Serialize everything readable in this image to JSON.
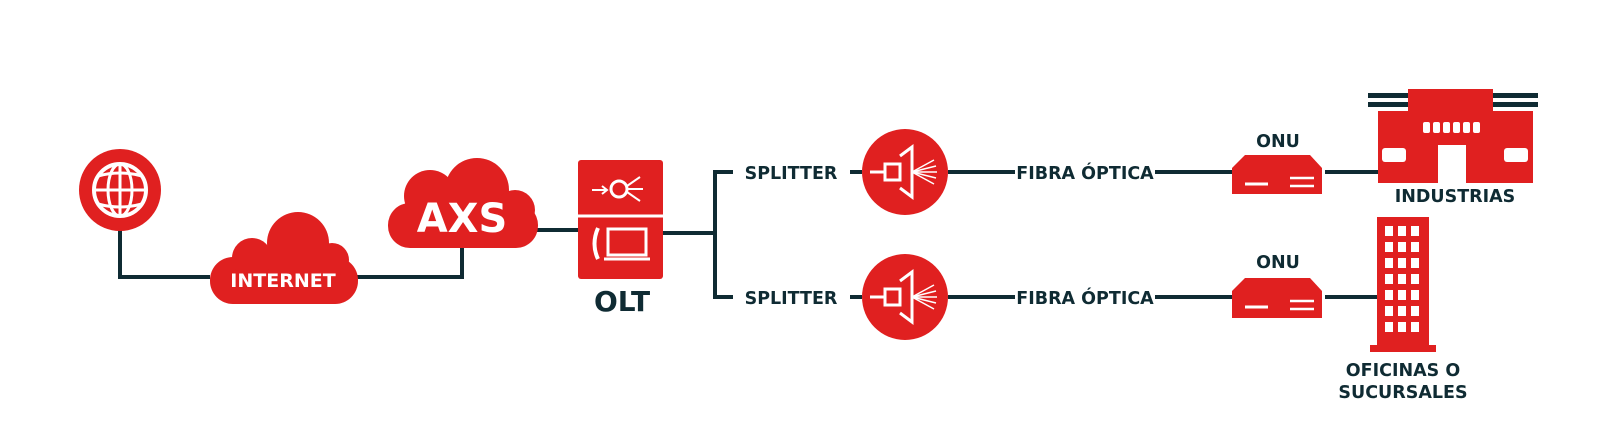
{
  "colors": {
    "accent": "#e02020",
    "line": "#0f2b33",
    "text_on_accent": "#ffffff"
  },
  "nodes": {
    "internet": {
      "label": "INTERNET",
      "icon": "globe-icon"
    },
    "axs": {
      "label": "AXS",
      "icon": "cloud-icon"
    },
    "olt": {
      "label": "OLT",
      "icon": "olt-cabinet-icon"
    },
    "splitter_top": {
      "label": "SPLITTER",
      "icon": "splitter-icon"
    },
    "splitter_bottom": {
      "label": "SPLITTER",
      "icon": "splitter-icon"
    },
    "fiber_top": {
      "label": "FIBRA ÓPTICA"
    },
    "fiber_bottom": {
      "label": "FIBRA ÓPTICA"
    },
    "onu_top": {
      "label": "ONU",
      "icon": "onu-device-icon"
    },
    "onu_bottom": {
      "label": "ONU",
      "icon": "onu-device-icon"
    },
    "industries": {
      "label": "INDUSTRIAS",
      "icon": "factory-icon"
    },
    "offices": {
      "label_line1": "OFICINAS O",
      "label_line2": "SUCURSALES",
      "icon": "office-tower-icon"
    }
  }
}
